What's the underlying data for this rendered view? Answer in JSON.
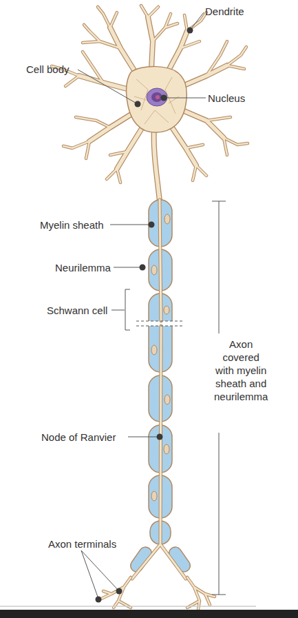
{
  "diagram": {
    "labels": [
      "Dendrite",
      "Cell body",
      "Nucleus",
      "Myelin sheath",
      "Neurilemma",
      "Schwann cell",
      "Axon covered with myelin sheath and neurilemma",
      "Node of Ranvier",
      "Axon terminals"
    ]
  }
}
